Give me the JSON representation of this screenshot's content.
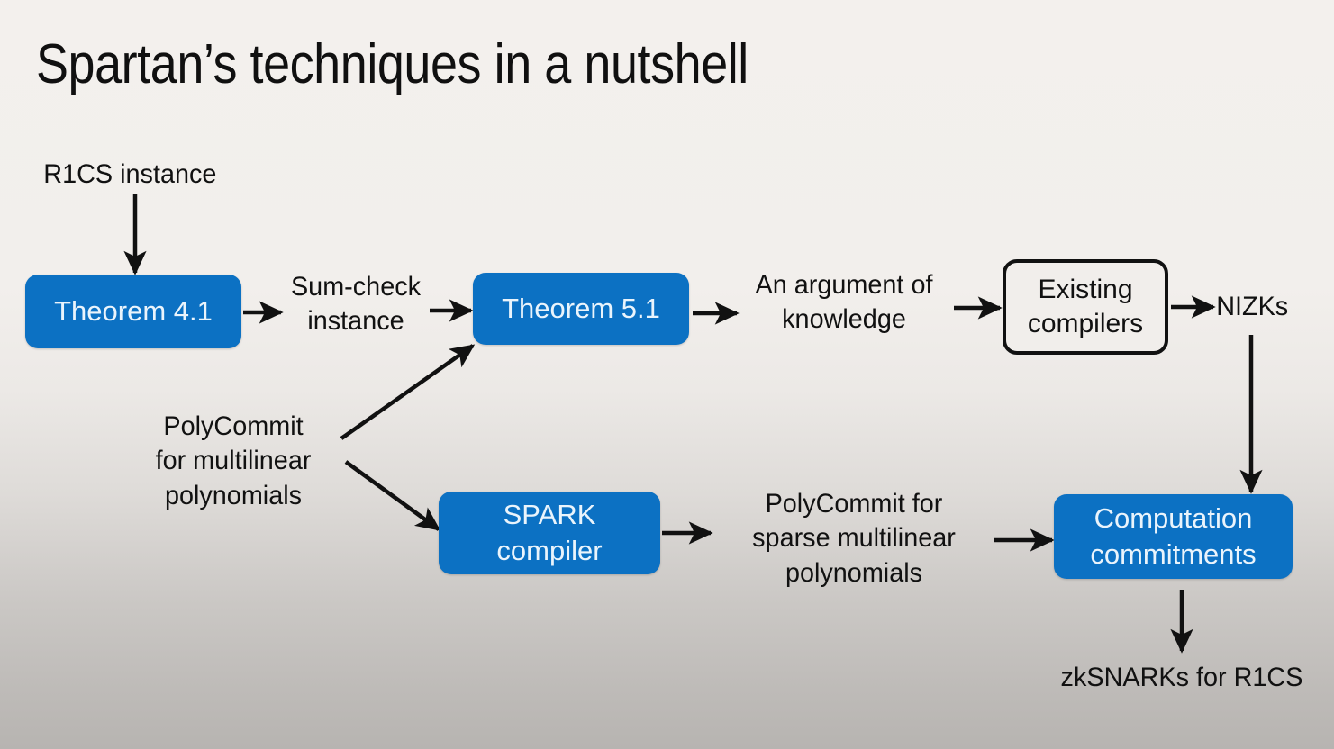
{
  "slide": {
    "title": "Spartan’s techniques in a nutshell",
    "background_top_color": "#f3f0ed",
    "background_bottom_color": "#b7b4b1",
    "accent_color": "#0c71c3",
    "text_color": "#111111"
  },
  "nodes": {
    "r1cs_instance": {
      "label": "R1CS instance",
      "kind": "text"
    },
    "theorem_41": {
      "label": "Theorem 4.1",
      "kind": "blue-box"
    },
    "sumcheck_instance": {
      "label": "Sum-check\ninstance",
      "kind": "text"
    },
    "theorem_51": {
      "label": "Theorem 5.1",
      "kind": "blue-box"
    },
    "argument_of_knowledge": {
      "label": "An argument of\nknowledge",
      "kind": "text"
    },
    "existing_compilers": {
      "label": "Existing\ncompilers",
      "kind": "outline-box"
    },
    "nizks": {
      "label": "NIZKs",
      "kind": "text"
    },
    "polycommit_multilinear": {
      "label": "PolyCommit\nfor multilinear\npolynomials",
      "kind": "text"
    },
    "spark_compiler": {
      "label": "SPARK\ncompiler",
      "kind": "blue-box"
    },
    "polycommit_sparse": {
      "label": "PolyCommit for\nsparse multilinear\npolynomials",
      "kind": "text"
    },
    "computation_commitments": {
      "label": "Computation\ncommitments",
      "kind": "blue-box"
    },
    "zksnarks_r1cs": {
      "label": "zkSNARKs for R1CS",
      "kind": "text"
    }
  },
  "edges": [
    {
      "from": "r1cs_instance",
      "to": "theorem_41",
      "direction": "down"
    },
    {
      "from": "theorem_41",
      "to": "sumcheck_instance",
      "direction": "right"
    },
    {
      "from": "sumcheck_instance",
      "to": "theorem_51",
      "direction": "right"
    },
    {
      "from": "polycommit_multilinear",
      "to": "theorem_51",
      "direction": "up-right"
    },
    {
      "from": "theorem_51",
      "to": "argument_of_knowledge",
      "direction": "right"
    },
    {
      "from": "argument_of_knowledge",
      "to": "existing_compilers",
      "direction": "right"
    },
    {
      "from": "existing_compilers",
      "to": "nizks",
      "direction": "right"
    },
    {
      "from": "nizks",
      "to": "computation_commitments",
      "direction": "down"
    },
    {
      "from": "polycommit_multilinear",
      "to": "spark_compiler",
      "direction": "down-right"
    },
    {
      "from": "spark_compiler",
      "to": "polycommit_sparse",
      "direction": "right"
    },
    {
      "from": "polycommit_sparse",
      "to": "computation_commitments",
      "direction": "right"
    },
    {
      "from": "computation_commitments",
      "to": "zksnarks_r1cs",
      "direction": "down"
    }
  ]
}
